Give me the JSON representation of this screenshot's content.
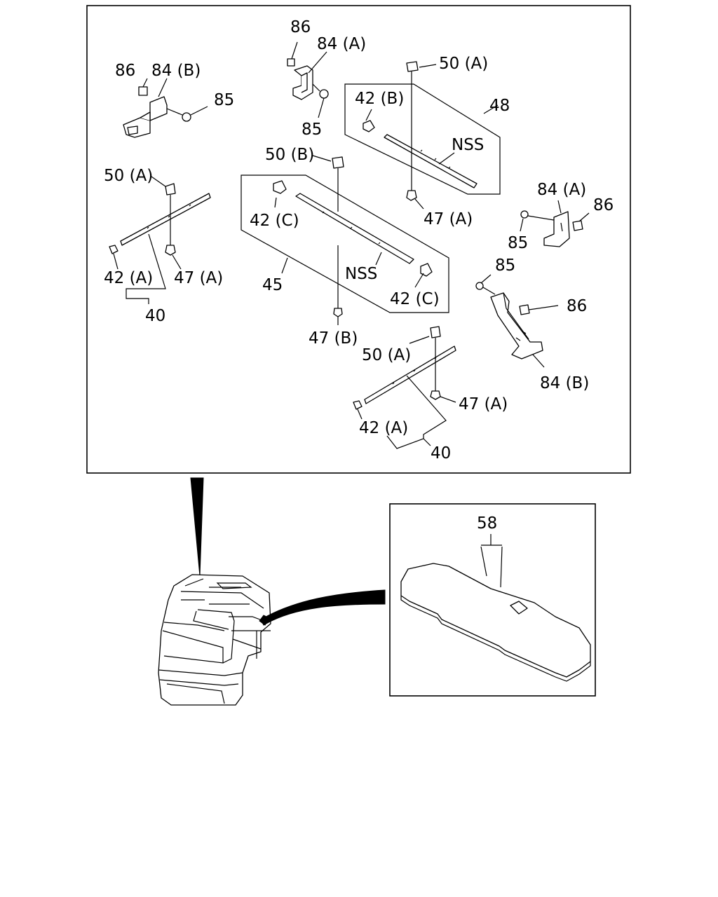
{
  "labels": {
    "l86_tl": "86",
    "l84b_tl": "84 (B)",
    "l85_tl": "85",
    "l86_top": "86",
    "l84a_top": "84 (A)",
    "l85_top": "85",
    "l50a_top": "50 (A)",
    "l42b": "42 (B)",
    "l48": "48",
    "nss_48": "NSS",
    "l47a_48": "47 (A)",
    "l50b": "50 (B)",
    "l42c_upper": "42 (C)",
    "nss_45": "NSS",
    "l42c_lower": "42 (C)",
    "l45": "45",
    "l47b": "47 (B)",
    "l50a_left": "50 (A)",
    "l42a_left": "42 (A)",
    "l47a_left": "47 (A)",
    "l40_left": "40",
    "l84a_right": "84 (A)",
    "l86_right": "86",
    "l85_right": "85",
    "l85_right_lower": "85",
    "l86_right_lower": "86",
    "l84b_right": "84 (B)",
    "l50a_bottom": "50 (A)",
    "l47a_bottom": "47 (A)",
    "l42a_bottom": "42 (A)",
    "l40_bottom": "40",
    "l58": "58"
  }
}
